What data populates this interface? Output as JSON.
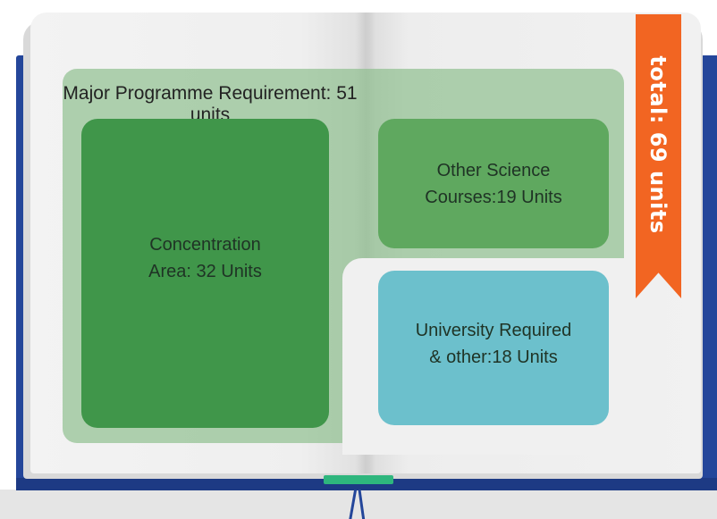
{
  "major": {
    "title": "Major Programme Requirement: 51 units"
  },
  "blocks": {
    "concentration": {
      "line1": "Concentration",
      "line2": "Area: 32 Units"
    },
    "science": {
      "line1": "Other Science",
      "line2": "Courses:19 Units"
    },
    "university": {
      "line1": "University Required",
      "line2": "& other:18 Units"
    }
  },
  "ribbon": {
    "label": "total: 69 units"
  },
  "colors": {
    "cover": "#24469a",
    "major_bg": "#8cbe8c",
    "concentration": "#40964a",
    "science": "#5fa85f",
    "university": "#6cc0cc",
    "ribbon": "#f26522",
    "bookmark": "#2eb67d"
  }
}
